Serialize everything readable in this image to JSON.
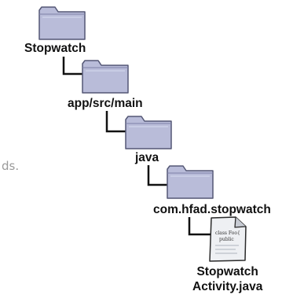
{
  "diagram": {
    "nodes": [
      {
        "id": "stopwatch",
        "kind": "folder",
        "label": "Stopwatch"
      },
      {
        "id": "app-src-main",
        "kind": "folder",
        "label": "app/src/main"
      },
      {
        "id": "java",
        "kind": "folder",
        "label": "java"
      },
      {
        "id": "com-hfad-stopwatch",
        "kind": "folder",
        "label": "com.hfad.stopwatch"
      },
      {
        "id": "stopwatch-activity",
        "kind": "file",
        "label_line1": "Stopwatch",
        "label_line2": "Activity.java",
        "doc_line1": "class Foo{",
        "doc_line2": "public"
      }
    ],
    "edges": [
      {
        "from": "stopwatch",
        "to": "app-src-main"
      },
      {
        "from": "app-src-main",
        "to": "java"
      },
      {
        "from": "java",
        "to": "com-hfad-stopwatch"
      },
      {
        "from": "com-hfad-stopwatch",
        "to": "stopwatch-activity"
      }
    ],
    "side_text": "ds."
  }
}
